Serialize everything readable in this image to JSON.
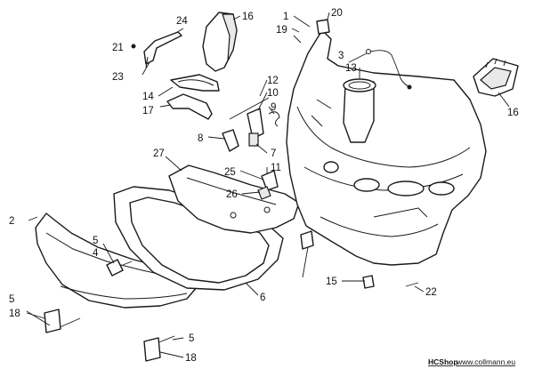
{
  "diagram": {
    "callouts": {
      "c1": "1",
      "c2": "2",
      "c3": "3",
      "c4": "4",
      "c5a": "5",
      "c5b": "5",
      "c5c": "5",
      "c6": "6",
      "c7": "7",
      "c8": "8",
      "c9": "9",
      "c10": "10",
      "c11": "11",
      "c12": "12",
      "c13": "13",
      "c14": "14",
      "c15": "15",
      "c16a": "16",
      "c16b": "16",
      "c17": "17",
      "c18a": "18",
      "c18b": "18",
      "c19": "19",
      "c20": "20",
      "c21": "21",
      "c22": "22",
      "c23": "23",
      "c24": "24",
      "c25": "25",
      "c26": "26",
      "c27": "27"
    }
  },
  "footer": {
    "brand": "HCShop",
    "url": "www.collmann.eu"
  }
}
